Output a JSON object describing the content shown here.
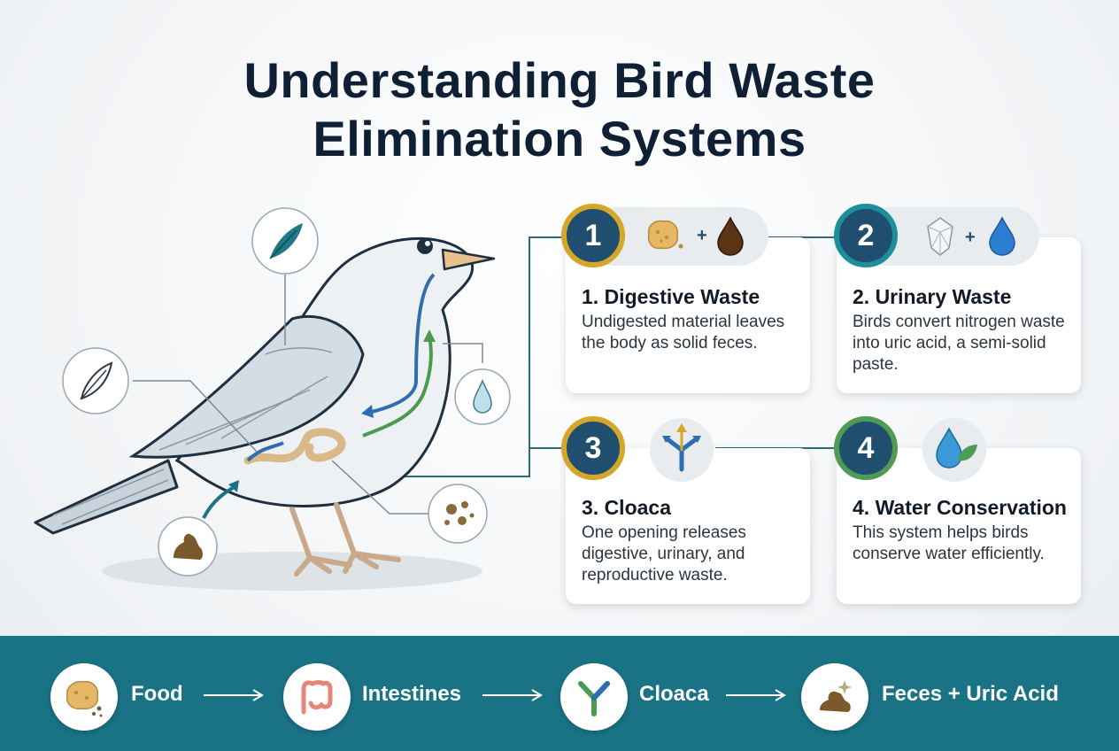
{
  "title": {
    "line1": "Understanding Bird Waste",
    "line2": "Elimination Systems"
  },
  "cards": [
    {
      "number": "1",
      "heading": "1. Digestive Waste",
      "body": "Undigested material leaves the body as solid feces.",
      "accent": "#d4a62a",
      "icons": [
        "food-pellet-icon",
        "plus-icon",
        "brown-droplet-icon"
      ]
    },
    {
      "number": "2",
      "heading": "2. Urinary Waste",
      "body": "Birds convert nitrogen waste into uric acid, a semi-solid paste.",
      "accent": "#1d8f9a",
      "icons": [
        "crystal-icon",
        "plus-icon",
        "blue-droplet-icon"
      ]
    },
    {
      "number": "3",
      "heading": "3. Cloaca",
      "body": "One opening releases digestive, urinary, and reproductive waste.",
      "accent": "#d4a62a",
      "icons": [
        "split-arrows-icon"
      ]
    },
    {
      "number": "4",
      "heading": "4. Water Conservation",
      "body": "This system helps birds conserve water efficiently.",
      "accent": "#4f9a55",
      "icons": [
        "water-leaf-icon"
      ]
    }
  ],
  "plus": "+",
  "flow": [
    {
      "label": "Food",
      "icon": "food-icon"
    },
    {
      "label": "Intestines",
      "icon": "intestines-icon"
    },
    {
      "label": "Cloaca",
      "icon": "cloaca-icon"
    },
    {
      "label": "Feces + Uric Acid",
      "icon": "feces-icon"
    }
  ],
  "colors": {
    "footer": "#1a7285",
    "badge": "#1f4e6e",
    "blue_arrow": "#2f6fae",
    "green_arrow": "#4c9a52",
    "title": "#0f2035"
  }
}
